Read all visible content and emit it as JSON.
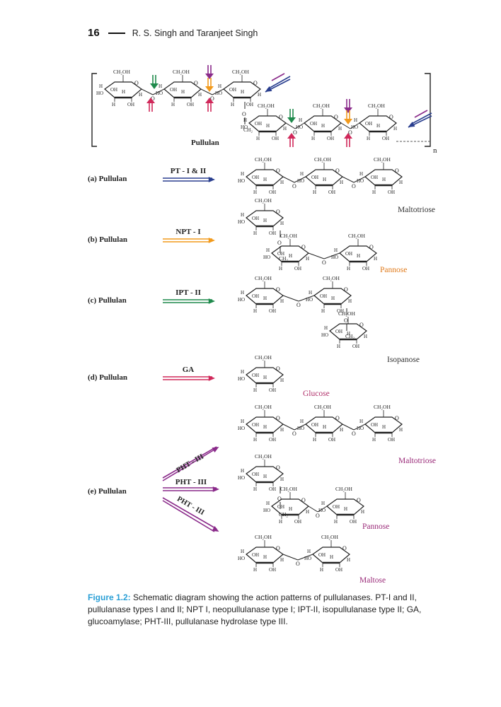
{
  "header": {
    "page_number": "16",
    "running_head": "R. S. Singh and Taranjeet Singh"
  },
  "figure": {
    "polymer_label": "Pullulan",
    "repeat_subscript": "n",
    "rows": [
      {
        "id": "a",
        "label": "(a) Pullulan",
        "enzyme": "PT - I & II",
        "arrow_color": "#2a3f8f",
        "products": [
          "Maltotriose"
        ],
        "product_colors": [
          "#333333"
        ]
      },
      {
        "id": "b",
        "label": "(b) Pullulan",
        "enzyme": "NPT - I",
        "arrow_color": "#f29a1c",
        "products": [
          "Pannose"
        ],
        "product_colors": [
          "#e07a1a"
        ]
      },
      {
        "id": "c",
        "label": "(c) Pullulan",
        "enzyme": "IPT - II",
        "arrow_color": "#1f8a4c",
        "products": [
          "Isopanose"
        ],
        "product_colors": [
          "#333333"
        ]
      },
      {
        "id": "d",
        "label": "(d) Pullulan",
        "enzyme": "GA",
        "arrow_color": "#d0285a",
        "products": [
          "Glucose"
        ],
        "product_colors": [
          "#b0306a"
        ]
      },
      {
        "id": "e",
        "label": "(e) Pullulan",
        "enzyme": "PHT - III",
        "arrow_color": "#8a2a8a",
        "products": [
          "Maltotriose",
          "Pannose",
          "Maltose"
        ],
        "product_colors": [
          "#9a2a78",
          "#9a2a78",
          "#9a2a78"
        ]
      }
    ],
    "ring_labels": {
      "ch2oh": "CH₂OH",
      "ch2": "CH₂",
      "oh": "OH",
      "h": "H",
      "ho": "HO",
      "o": "O"
    }
  },
  "caption": {
    "label": "Figure 1.2:",
    "text": " Schematic diagram showing the action patterns of pullulanases. PT-I and II, pullulanase types I and II; NPT I, neopullulanase type I; IPT-II, isopullulanase type II; GA, glucoamylase; PHT-III, pullulanase hydrolase type III."
  }
}
